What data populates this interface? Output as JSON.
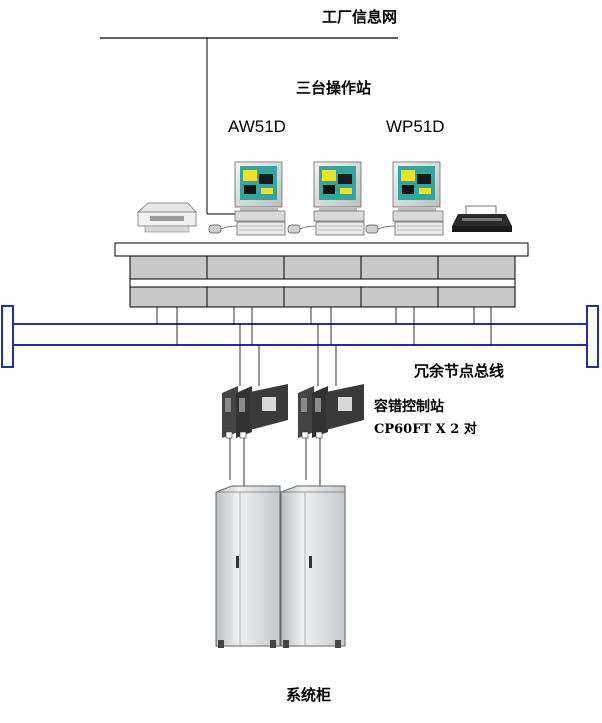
{
  "labels": {
    "factory_network": "工厂信息网",
    "operator_stations": "三台操作站",
    "aw_station": "AW51D",
    "wp_station": "WP51D",
    "redundant_bus": "冗余节点总线",
    "fault_tolerant_station": "容错控制站",
    "cp_model": "CP60FT X 2 对",
    "system_cabinet": "系统柜"
  },
  "colors": {
    "bus_blue": "#1f2fb0",
    "line_black": "#000000",
    "screen_teal": "#2fa6a0",
    "screen_yellow": "#f0e020",
    "panel_gray": "#c8c8c8",
    "cabinet_gray": "#cfd3d6"
  },
  "icons": {
    "printer_left": "inkjet-printer-icon",
    "printer_right": "dot-matrix-printer-icon",
    "workstation": "desktop-computer-icon",
    "control_module": "control-processor-icon",
    "cabinet": "system-cabinet-icon"
  }
}
